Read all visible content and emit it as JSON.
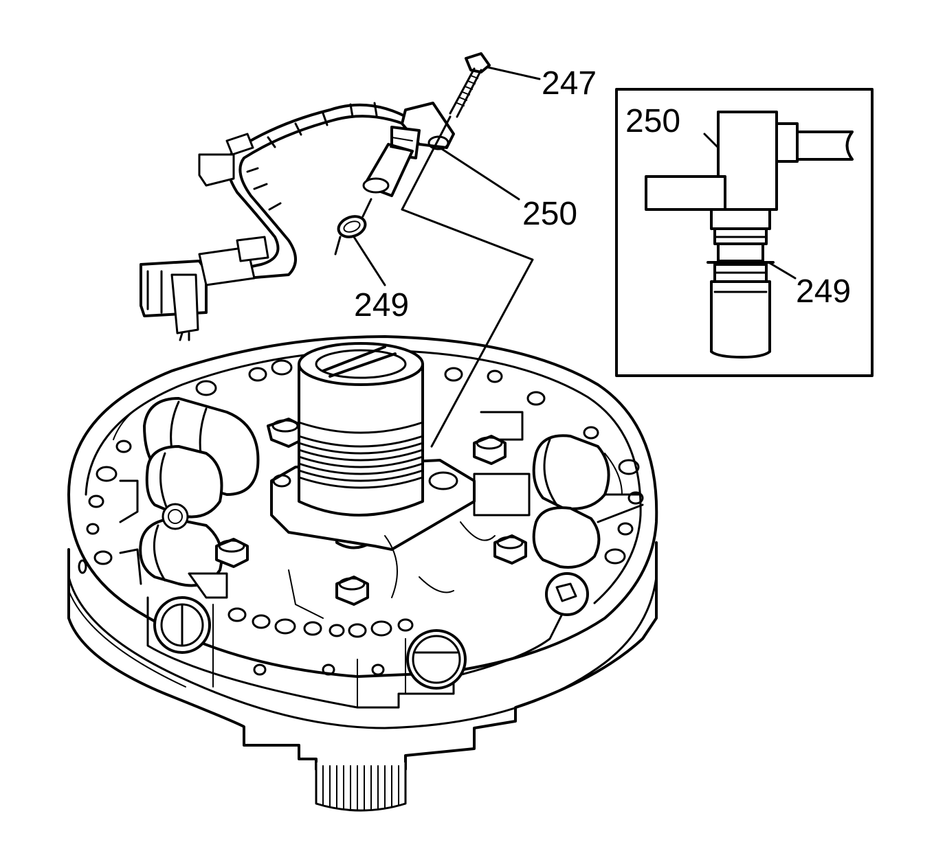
{
  "callouts": {
    "bolt": "247",
    "sensor": "250",
    "oring": "249",
    "inset_sensor": "250",
    "inset_oring": "249"
  },
  "colors": {
    "line": "#000000",
    "background": "#ffffff"
  }
}
